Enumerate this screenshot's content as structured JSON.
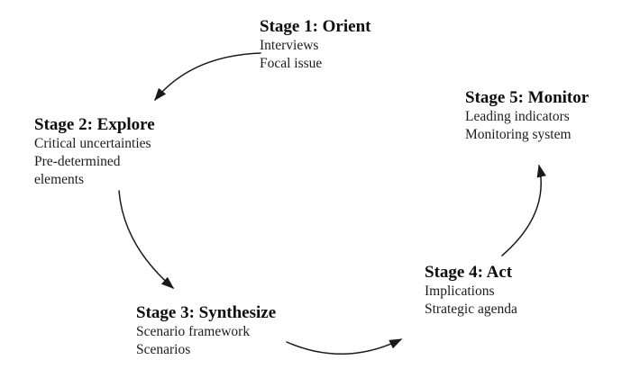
{
  "diagram": {
    "type": "cycle-process-diagram",
    "background_color": "#ffffff",
    "text_color": "#141414",
    "arrow_color": "#1a1a1a",
    "stages": [
      {
        "heading": "Stage 1: Orient",
        "items": [
          "Interviews",
          "Focal issue"
        ]
      },
      {
        "heading": "Stage 2: Explore",
        "items": [
          "Critical uncertainties",
          "Pre-determined elements"
        ]
      },
      {
        "heading": "Stage 3: Synthesize",
        "items": [
          "Scenario framework",
          "Scenarios"
        ]
      },
      {
        "heading": "Stage 4: Act",
        "items": [
          "Implications",
          "Strategic agenda"
        ]
      },
      {
        "heading": "Stage 5: Monitor",
        "items": [
          "Leading indicators",
          "Monitoring system"
        ]
      }
    ],
    "connections": [
      {
        "from": "Stage 1: Orient",
        "to": "Stage 2: Explore"
      },
      {
        "from": "Stage 2: Explore",
        "to": "Stage 3: Synthesize"
      },
      {
        "from": "Stage 3: Synthesize",
        "to": "Stage 4: Act"
      },
      {
        "from": "Stage 4: Act",
        "to": "Stage 5: Monitor"
      }
    ]
  }
}
